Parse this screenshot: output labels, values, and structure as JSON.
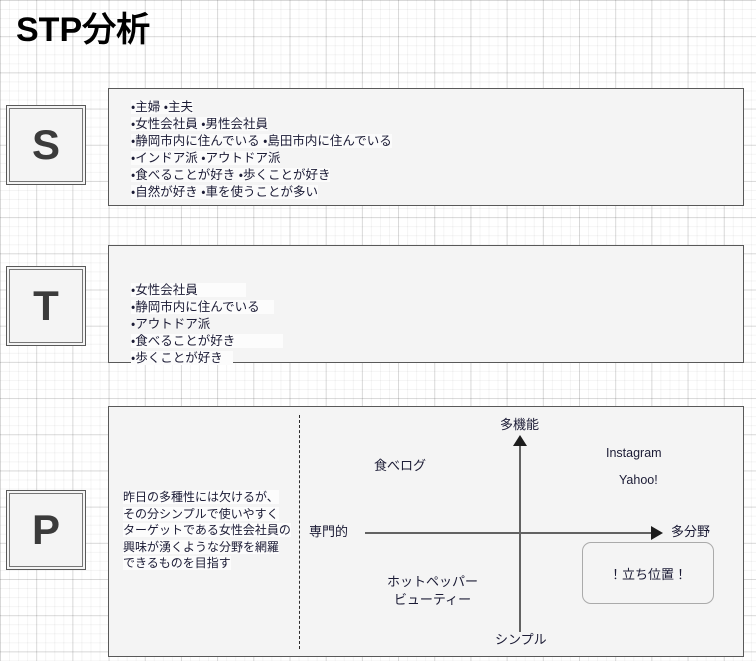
{
  "page": {
    "title": "STP分析"
  },
  "sections": [
    {
      "badge": "S",
      "items": [
        "・主婦 ・主夫",
        "・女性会社員 ・男性会社員",
        "・静岡市内に住んでいる ・島田市内に住んでいる",
        "・インドア派 ・アウトドア派",
        "・食べることが好き ・歩くことが好き",
        "・自然が好き ・車を使うことが多い"
      ]
    },
    {
      "badge": "T",
      "items": [
        "・女性会社員",
        "・静岡市内に住んでいる",
        "・アウトドア派",
        "・食べることが好き",
        "・歩くことが好き"
      ]
    },
    {
      "badge": "P",
      "description": [
        "昨日の多種性には欠けるが、",
        "その分シンプルで使いやすく",
        "ターゲットである女性会社員の",
        "興味が湧くような分野を網羅",
        "できるものを目指す"
      ],
      "callout": "！立ち位置！"
    }
  ],
  "chart_data": {
    "type": "scatter",
    "title": "",
    "axes": {
      "x": {
        "left_label": "専門的",
        "right_label": "多分野"
      },
      "y": {
        "top_label": "多機能",
        "bottom_label": "シンプル"
      }
    },
    "xlim": [
      -1,
      1
    ],
    "ylim": [
      -1,
      1
    ],
    "grid": false,
    "legend": "none",
    "points": [
      {
        "label": "食べログ",
        "x": -0.55,
        "y": 0.62
      },
      {
        "label": "Instagram",
        "x": 0.52,
        "y": 0.7
      },
      {
        "label": "Yahoo!",
        "x": 0.5,
        "y": 0.48
      },
      {
        "label": "ホットペッパー",
        "x": -0.48,
        "y": -0.4
      },
      {
        "label": "ビューティー",
        "x": -0.48,
        "y": -0.52
      }
    ],
    "annotations": [
      {
        "label": "！立ち位置！",
        "x": 0.42,
        "y": -0.28,
        "shape": "rounded-rect"
      }
    ]
  },
  "colors": {
    "panel_bg": "#f4f4f4",
    "panel_border": "#595959",
    "badge_glyph": "#3b3b3b",
    "text": "#1b1b35",
    "axis": "#626262",
    "arrow": "#1d1d1d",
    "callout_border": "#aaaaaa",
    "grid_minor": "#f1f1f1",
    "grid_major": "#e2e2e2"
  }
}
